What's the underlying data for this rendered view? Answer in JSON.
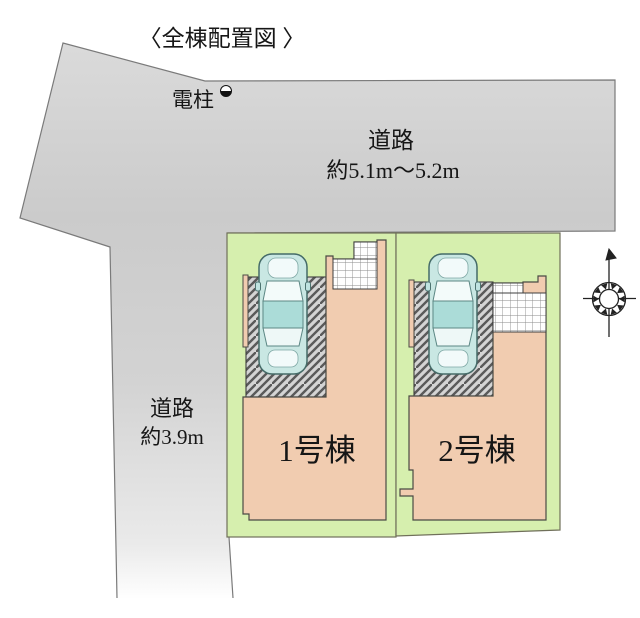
{
  "title": "〈全棟配置図 〉",
  "pole": {
    "label": "電柱",
    "icon": "utility-pole-icon"
  },
  "roads": {
    "top": {
      "name": "道路",
      "width": "約5.1m〜5.2m"
    },
    "left": {
      "name": "道路",
      "width": "約3.9m"
    }
  },
  "buildings": [
    {
      "label": "1号棟"
    },
    {
      "label": "2号棟"
    }
  ],
  "icons": {
    "compass": "north-compass-icon",
    "utility_pole": "half-shaded-circle",
    "car": "car-top-view-icon"
  },
  "colors": {
    "road": "#d0d0d0",
    "lot_green": "#d6efae",
    "building_salmon": "#f1ccb0",
    "carport_gray": "#d4d4d4",
    "car_teal": "#c9e7e3",
    "porch_tile": "#fefefe",
    "line": "#3d3d3d"
  }
}
